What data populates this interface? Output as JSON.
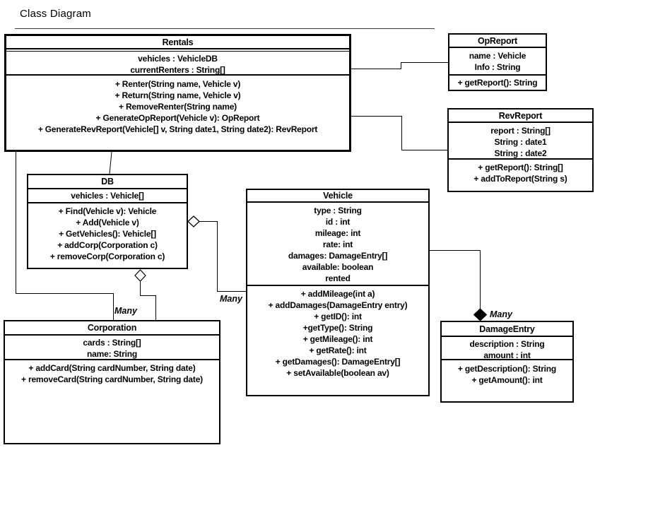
{
  "page": {
    "title": "Class Diagram"
  },
  "relationship_labels": {
    "corporation": "Many",
    "vehicle": "Many",
    "damageentry": "Many"
  },
  "classes": {
    "rentals": {
      "name": "Rentals",
      "attributes": [
        "vehicles : VehicleDB",
        "currentRenters : String[]"
      ],
      "methods": [
        "+ Renter(String name, Vehicle v)",
        "+ Return(String name, Vehicle v)",
        "+ RemoveRenter(String name)",
        "+ GenerateOpReport(Vehicle v): OpReport",
        "+ GenerateRevReport(Vehicle[] v, String date1, String date2): RevReport"
      ]
    },
    "opreport": {
      "name": "OpReport",
      "attributes": [
        "name : Vehicle",
        "Info : String"
      ],
      "methods": [
        "+ getReport(): String"
      ]
    },
    "revreport": {
      "name": "RevReport",
      "attributes": [
        "report : String[]",
        "String : date1",
        "String : date2"
      ],
      "methods": [
        "+ getReport(): String[]",
        "+ addToReport(String s)"
      ]
    },
    "db": {
      "name": "DB",
      "attributes": [
        "vehicles : Vehicle[]"
      ],
      "methods": [
        "+ Find(Vehicle v): Vehicle",
        "+ Add(Vehicle v)",
        "+ GetVehicles(): Vehicle[]",
        "+ addCorp(Corporation c)",
        "+ removeCorp(Corporation c)"
      ]
    },
    "vehicle": {
      "name": "Vehicle",
      "attributes": [
        "type : String",
        "id : int",
        "mileage: int",
        "rate: int",
        "damages: DamageEntry[]",
        "available: boolean",
        "rented"
      ],
      "methods": [
        "+ addMileage(int a)",
        "+ addDamages(DamageEntry entry)",
        "+ getID(): int",
        "+getType(): String",
        "+ getMileage(): int",
        "+ getRate(): int",
        "+ getDamages(): DamageEntry[]",
        "+ setAvailable(boolean av)"
      ]
    },
    "corporation": {
      "name": "Corporation",
      "attributes": [
        "cards : String[]",
        "name: String"
      ],
      "methods": [
        "+ addCard(String cardNumber, String date)",
        "+ removeCard(String cardNumber, String date)"
      ]
    },
    "damageentry": {
      "name": "DamageEntry",
      "attributes": [
        "description : String",
        "amount : int"
      ],
      "methods": [
        "+ getDescription(): String",
        "+ getAmount(): int"
      ]
    }
  }
}
